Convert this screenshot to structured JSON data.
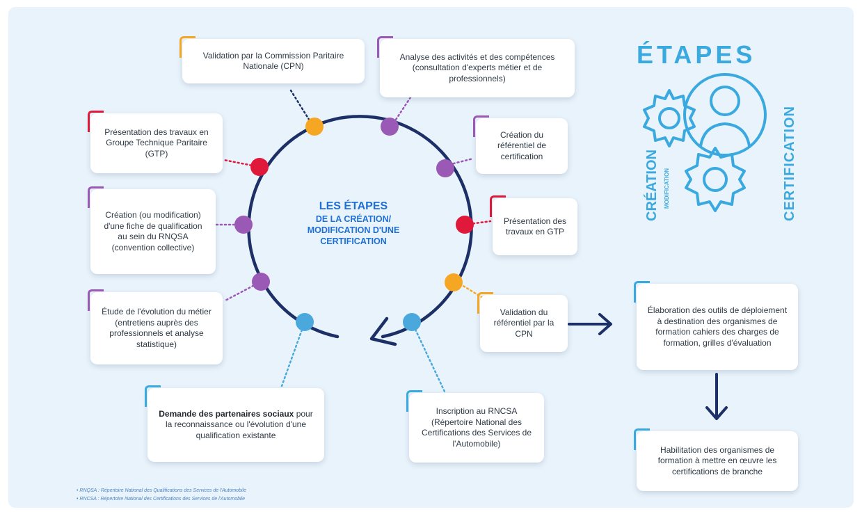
{
  "center_title": {
    "line1": "LES ÉTAPES",
    "line2": "DE LA CRÉATION/",
    "line3": "MODIFICATION D'UNE",
    "line4": "CERTIFICATION"
  },
  "logo": {
    "title": "ÉTAPES",
    "creation": "CRÉATION",
    "modification": "MODIFICATION",
    "certification": "CERTIFICATION",
    "icon": "gears-person-icon"
  },
  "cards": {
    "validation_cpn": {
      "text": "Validation par la Commission Paritaire Nationale (CPN)",
      "accent": "#f5a623"
    },
    "analyse": {
      "text": "Analyse des activités et des compétences (consultation d'experts métier et de professionnels)",
      "accent": "#9b59b6"
    },
    "creation_referentiel": {
      "text": "Création du référentiel de certification",
      "accent": "#9b59b6"
    },
    "presentation_gtp": {
      "text": "Présentation des travaux en GTP",
      "accent": "#e0193b"
    },
    "validation_referentiel": {
      "text": "Validation du référentiel par la CPN",
      "accent": "#f5a623"
    },
    "inscription": {
      "text": "Inscription au RNCSA (Répertoire National des Certifications des Services de l'Automobile)",
      "accent": "#3aa9df"
    },
    "demande_bold": {
      "text": "Demande des partenaires sociaux",
      "accent": "#3aa9df"
    },
    "demande_rest": {
      "text": "pour la reconnaissance ou l'évolution d'une qualification existante"
    },
    "etude": {
      "text": "Étude de l'évolution du métier (entretiens auprès des professionnels et analyse statistique)",
      "accent": "#9b59b6"
    },
    "creation_fiche": {
      "text": "Création (ou modification) d'une fiche de qualification au sein du RNQSA (convention collective)",
      "accent": "#9b59b6"
    },
    "presentation_groupe": {
      "text": "Présentation des travaux en Groupe Technique Paritaire (GTP)",
      "accent": "#e0193b"
    },
    "elaboration": {
      "text": "Élaboration des outils de déploiement à destination des organismes de formation cahiers des charges de formation, grilles d'évaluation",
      "accent": "#3aa9df"
    },
    "habilitation": {
      "text": "Habilitation des organismes de formation à mettre en œuvre les certifications de branche",
      "accent": "#3aa9df"
    }
  },
  "colors": {
    "ring": "#1c2f66",
    "orange": "#f5a623",
    "purple": "#9b59b6",
    "red": "#e0193b",
    "blue": "#4aa8dc",
    "title_blue": "#1f6fd6",
    "logo_blue": "#3aa9df"
  },
  "footnotes": {
    "rnqsa": "• RNQSA : Répertoire National des Qualifications des Services de l'Automobile",
    "rncsa": "• RNCSA : Répertoire National des Certifications des Services de l'Automobile"
  }
}
